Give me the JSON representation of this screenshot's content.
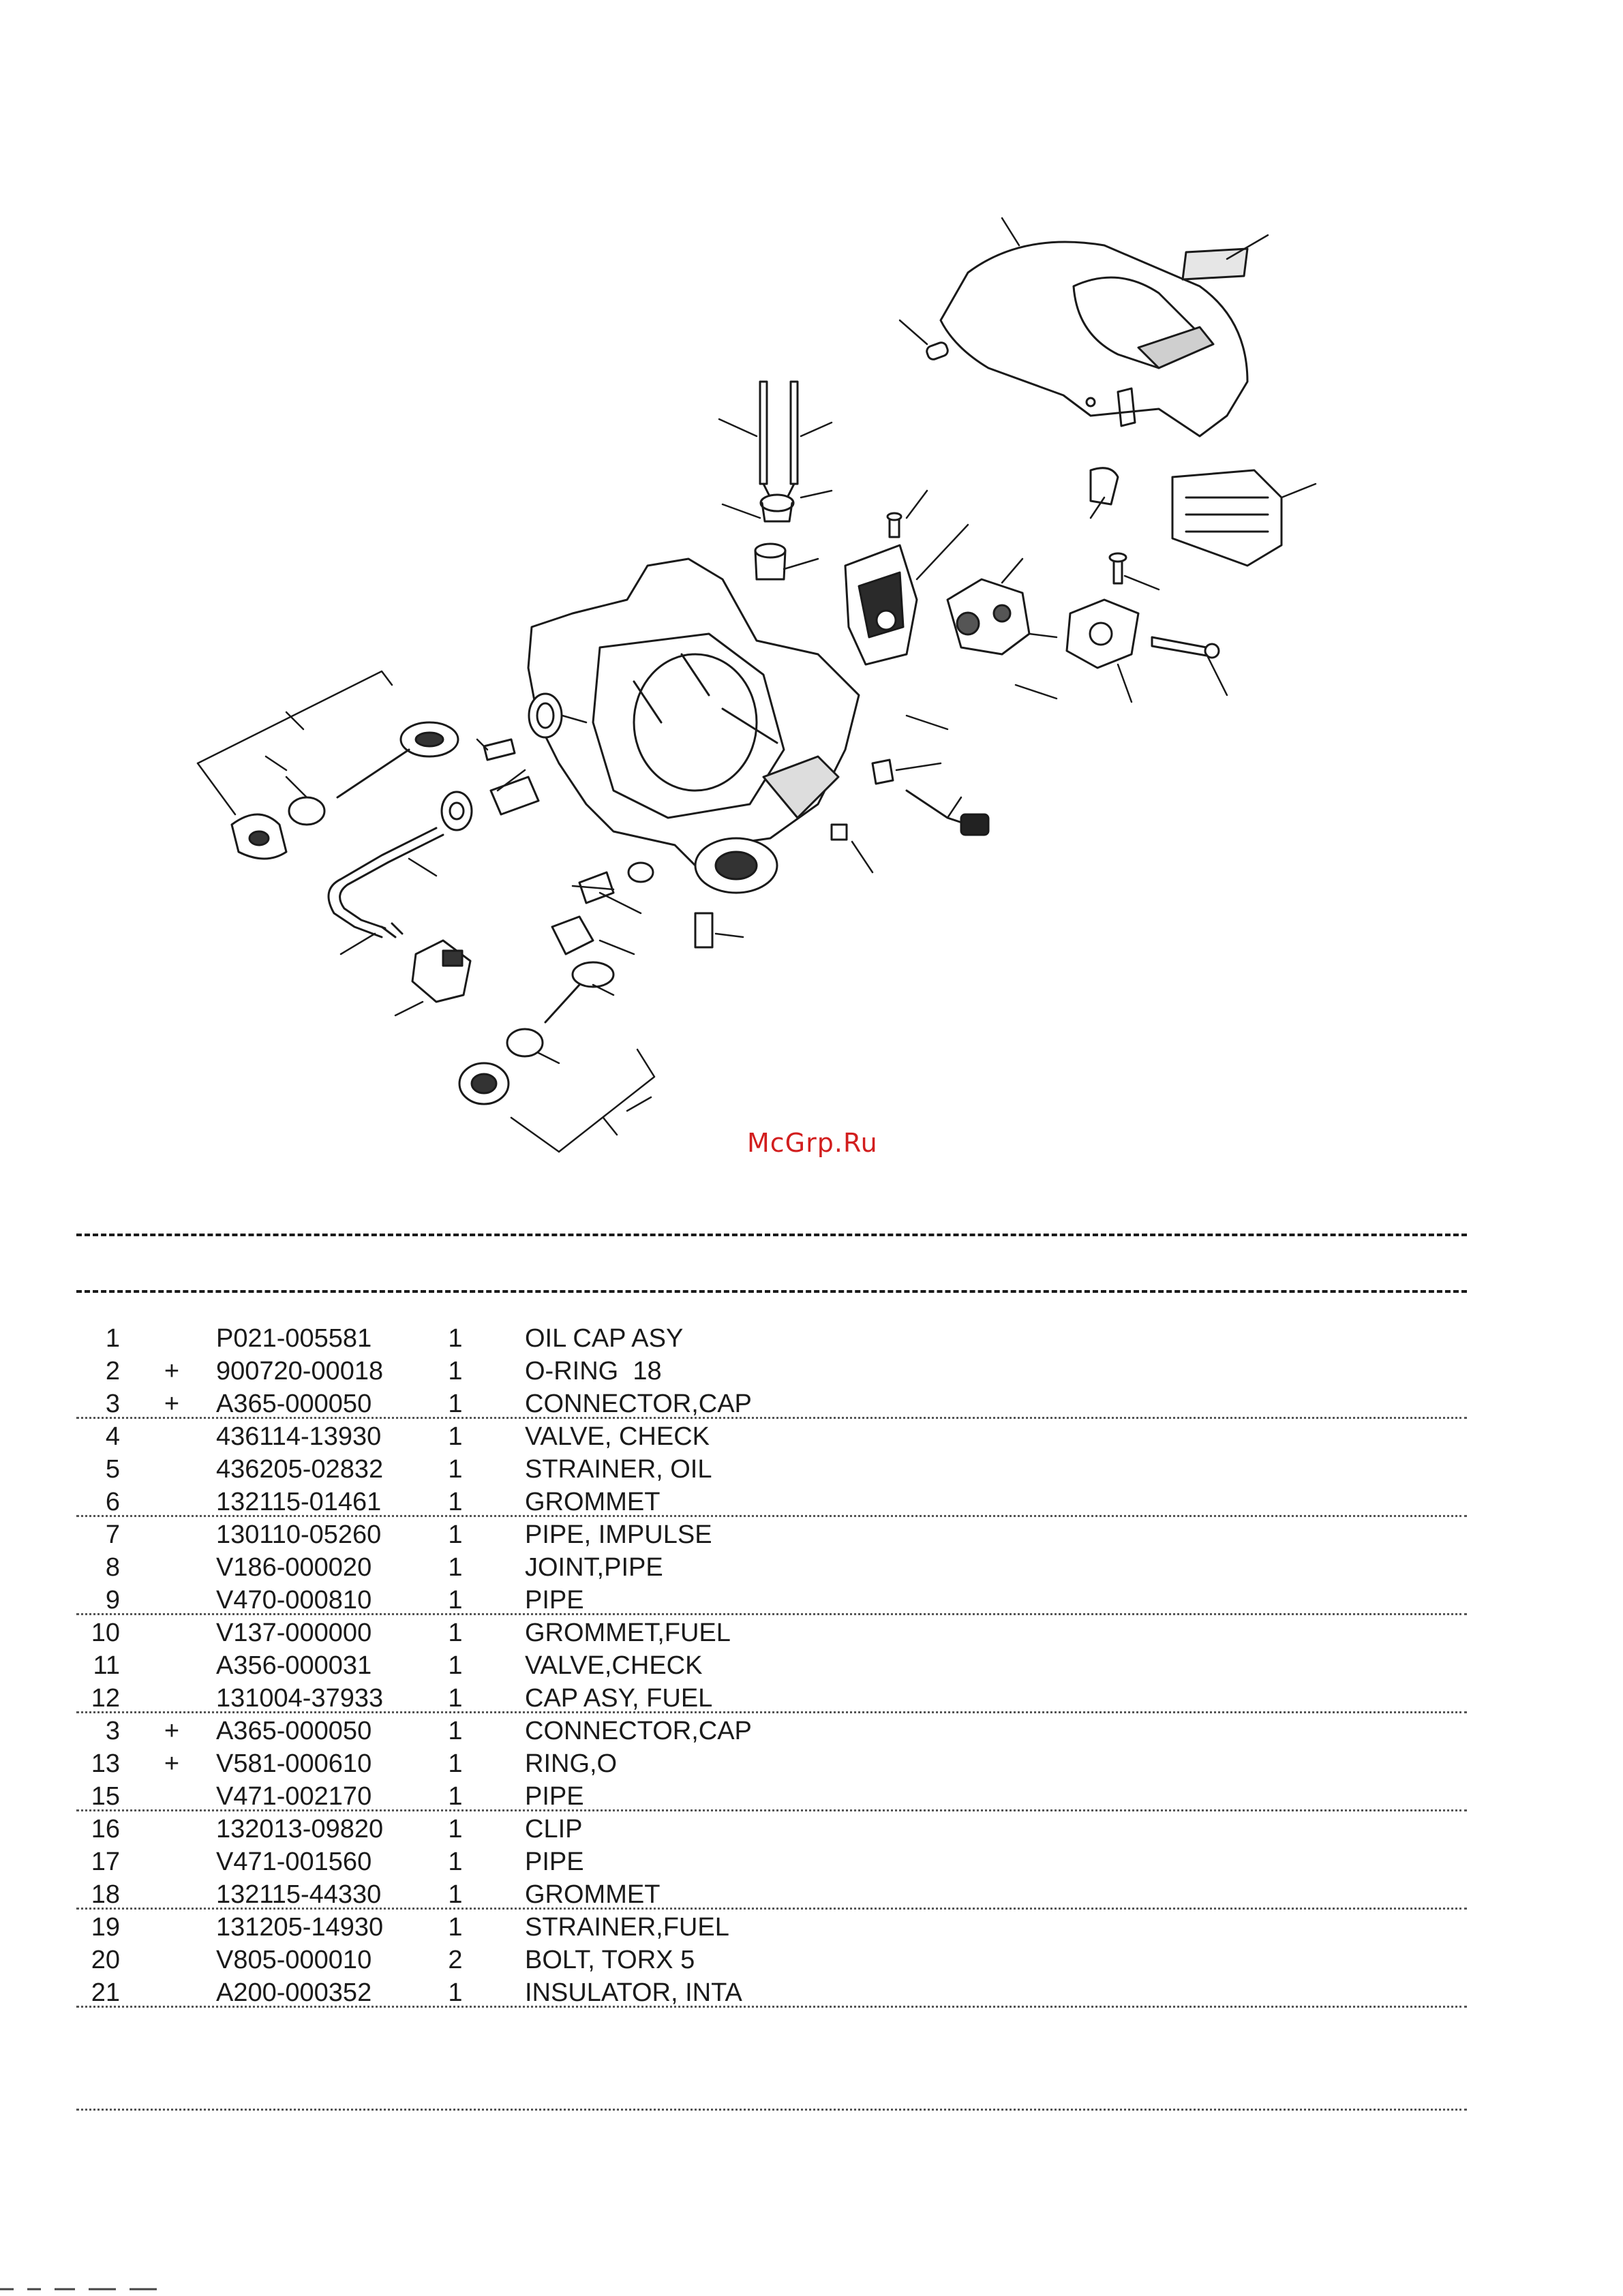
{
  "watermark": "McGrp.Ru",
  "parts_table": {
    "rows": [
      {
        "no": "1",
        "mark": "",
        "part": "P021-005581",
        "qty": "1",
        "desc": "OIL CAP ASY",
        "dotted": false
      },
      {
        "no": "2",
        "mark": "+",
        "part": "900720-00018",
        "qty": "1",
        "desc": "O-RING  18",
        "dotted": false
      },
      {
        "no": "3",
        "mark": "+",
        "part": "A365-000050",
        "qty": "1",
        "desc": "CONNECTOR,CAP",
        "dotted": true
      },
      {
        "no": "4",
        "mark": "",
        "part": "436114-13930",
        "qty": "1",
        "desc": "VALVE, CHECK",
        "dotted": false
      },
      {
        "no": "5",
        "mark": "",
        "part": "436205-02832",
        "qty": "1",
        "desc": "STRAINER, OIL",
        "dotted": false
      },
      {
        "no": "6",
        "mark": "",
        "part": "132115-01461",
        "qty": "1",
        "desc": "GROMMET",
        "dotted": true
      },
      {
        "no": "7",
        "mark": "",
        "part": "130110-05260",
        "qty": "1",
        "desc": "PIPE, IMPULSE",
        "dotted": false
      },
      {
        "no": "8",
        "mark": "",
        "part": "V186-000020",
        "qty": "1",
        "desc": "JOINT,PIPE",
        "dotted": false
      },
      {
        "no": "9",
        "mark": "",
        "part": "V470-000810",
        "qty": "1",
        "desc": "PIPE",
        "dotted": true
      },
      {
        "no": "10",
        "mark": "",
        "part": "V137-000000",
        "qty": "1",
        "desc": "GROMMET,FUEL",
        "dotted": false
      },
      {
        "no": "11",
        "mark": "",
        "part": "A356-000031",
        "qty": "1",
        "desc": "VALVE,CHECK",
        "dotted": false
      },
      {
        "no": "12",
        "mark": "",
        "part": "131004-37933",
        "qty": "1",
        "desc": "CAP ASY, FUEL",
        "dotted": true
      },
      {
        "no": "3",
        "mark": "+",
        "part": "A365-000050",
        "qty": "1",
        "desc": "CONNECTOR,CAP",
        "dotted": false
      },
      {
        "no": "13",
        "mark": "+",
        "part": "V581-000610",
        "qty": "1",
        "desc": "RING,O",
        "dotted": false
      },
      {
        "no": "15",
        "mark": "",
        "part": "V471-002170",
        "qty": "1",
        "desc": "PIPE",
        "dotted": true
      },
      {
        "no": "16",
        "mark": "",
        "part": "132013-09820",
        "qty": "1",
        "desc": "CLIP",
        "dotted": false
      },
      {
        "no": "17",
        "mark": "",
        "part": "V471-001560",
        "qty": "1",
        "desc": "PIPE",
        "dotted": false
      },
      {
        "no": "18",
        "mark": "",
        "part": "132115-44330",
        "qty": "1",
        "desc": "GROMMET",
        "dotted": true
      },
      {
        "no": "19",
        "mark": "",
        "part": "131205-14930",
        "qty": "1",
        "desc": "STRAINER,FUEL",
        "dotted": false
      },
      {
        "no": "20",
        "mark": "",
        "part": "V805-000010",
        "qty": "2",
        "desc": "BOLT, TORX 5",
        "dotted": false
      },
      {
        "no": "21",
        "mark": "",
        "part": "A200-000352",
        "qty": "1",
        "desc": "INSULATOR, INTA",
        "dotted": true
      }
    ]
  }
}
